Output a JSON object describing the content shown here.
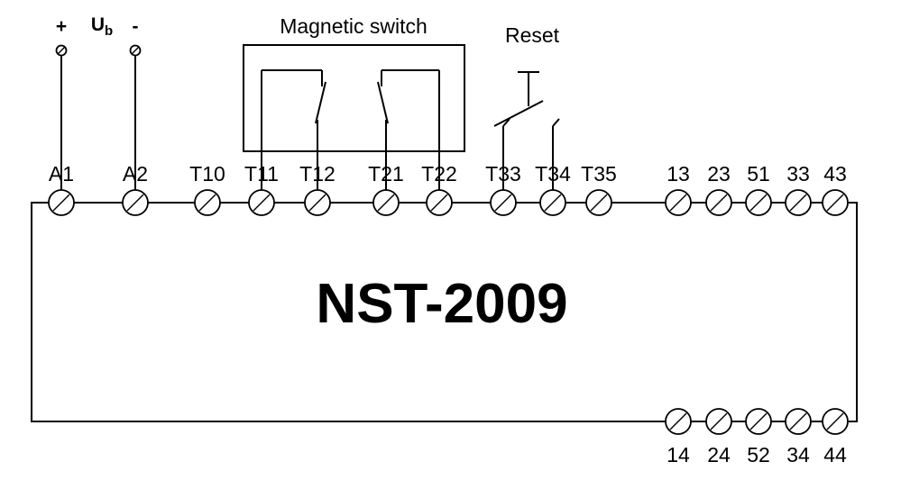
{
  "device": {
    "title": "NST-2009"
  },
  "power": {
    "plus": "+",
    "u": "U",
    "u_sub": "b",
    "minus": "-"
  },
  "sections": {
    "magnetic_switch": "Magnetic switch",
    "reset": "Reset"
  },
  "terminals": {
    "top": [
      {
        "label": "A1"
      },
      {
        "label": "A2"
      },
      {
        "label": "T10"
      },
      {
        "label": "T11"
      },
      {
        "label": "T12"
      },
      {
        "label": "T21"
      },
      {
        "label": "T22"
      },
      {
        "label": "T33"
      },
      {
        "label": "T34"
      },
      {
        "label": "T35"
      },
      {
        "label": "13"
      },
      {
        "label": "23"
      },
      {
        "label": "51"
      },
      {
        "label": "33"
      },
      {
        "label": "43"
      }
    ],
    "bottom": [
      {
        "label": "14"
      },
      {
        "label": "24"
      },
      {
        "label": "52"
      },
      {
        "label": "34"
      },
      {
        "label": "44"
      }
    ]
  },
  "colors": {
    "line": "#000000",
    "background": "#ffffff"
  }
}
